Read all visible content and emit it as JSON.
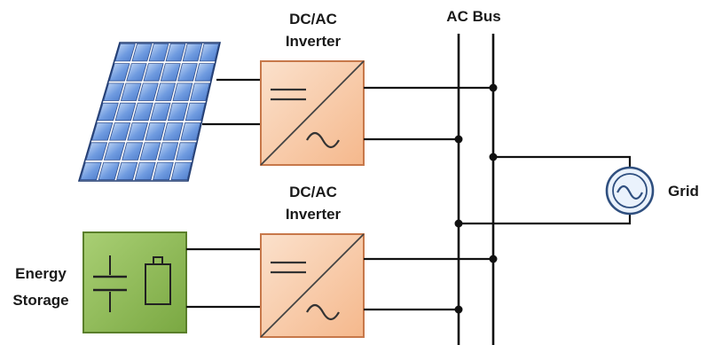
{
  "labels": {
    "bus": "AC Bus",
    "inverter1_line1": "DC/AC",
    "inverter1_line2": "Inverter",
    "inverter2_line1": "DC/AC",
    "inverter2_line2": "Inverter",
    "grid": "Grid",
    "storage_line1": "Energy",
    "storage_line2": "Storage"
  },
  "colors": {
    "inverter_fill": "#f9c9a4",
    "inverter_stroke": "#c7784a",
    "storage_fill": "#8fbc55",
    "storage_stroke": "#5a7f2a",
    "pv_cell": "#5b8bd6",
    "pv_cell_light": "#c9dcf6",
    "wire": "#111111"
  },
  "icons": {
    "pv": "solar-panel-icon",
    "storage": "capacitor-battery-icon",
    "grid": "ac-source-icon",
    "inverter": "dc-ac-inverter-icon"
  }
}
